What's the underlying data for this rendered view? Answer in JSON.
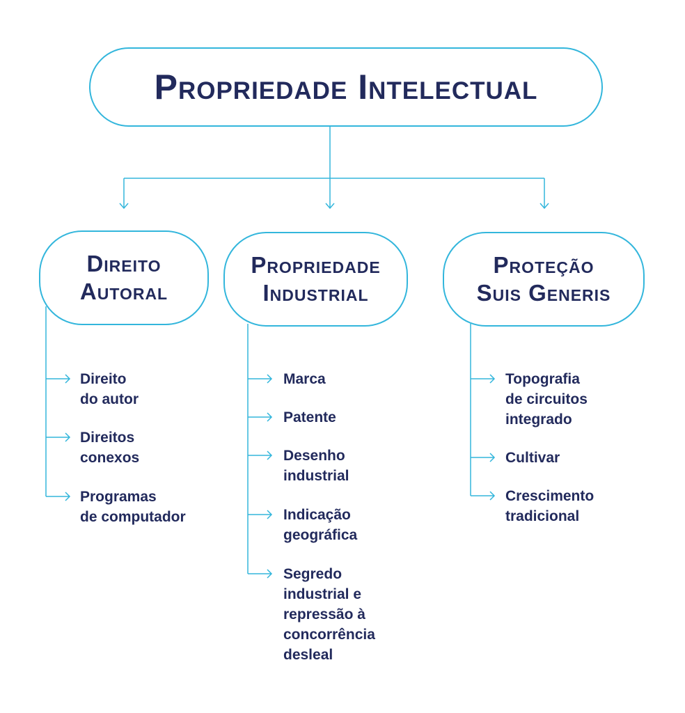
{
  "root": {
    "title": "Propriedade Intelectual"
  },
  "categories": [
    {
      "line1": "Direito",
      "line2": "Autoral",
      "items": [
        "Direito\ndo autor",
        "Direitos\nconexos",
        "Programas\nde computador"
      ]
    },
    {
      "line1": "Propriedade",
      "line2": "Industrial",
      "items": [
        "Marca",
        "Patente",
        "Desenho\nindustrial",
        "Indicação\ngeográfica",
        "Segredo\nindustrial e\nrepressão à\nconcorrência\ndesleal"
      ]
    },
    {
      "line1": "Proteção",
      "line2": "Suis Generis",
      "items": [
        "Topografia\nde circuitos\nintegrado",
        "Cultivar",
        "Crescimento\ntradicional"
      ]
    }
  ],
  "colors": {
    "line": "#33b6dc",
    "text": "#222a5c"
  }
}
